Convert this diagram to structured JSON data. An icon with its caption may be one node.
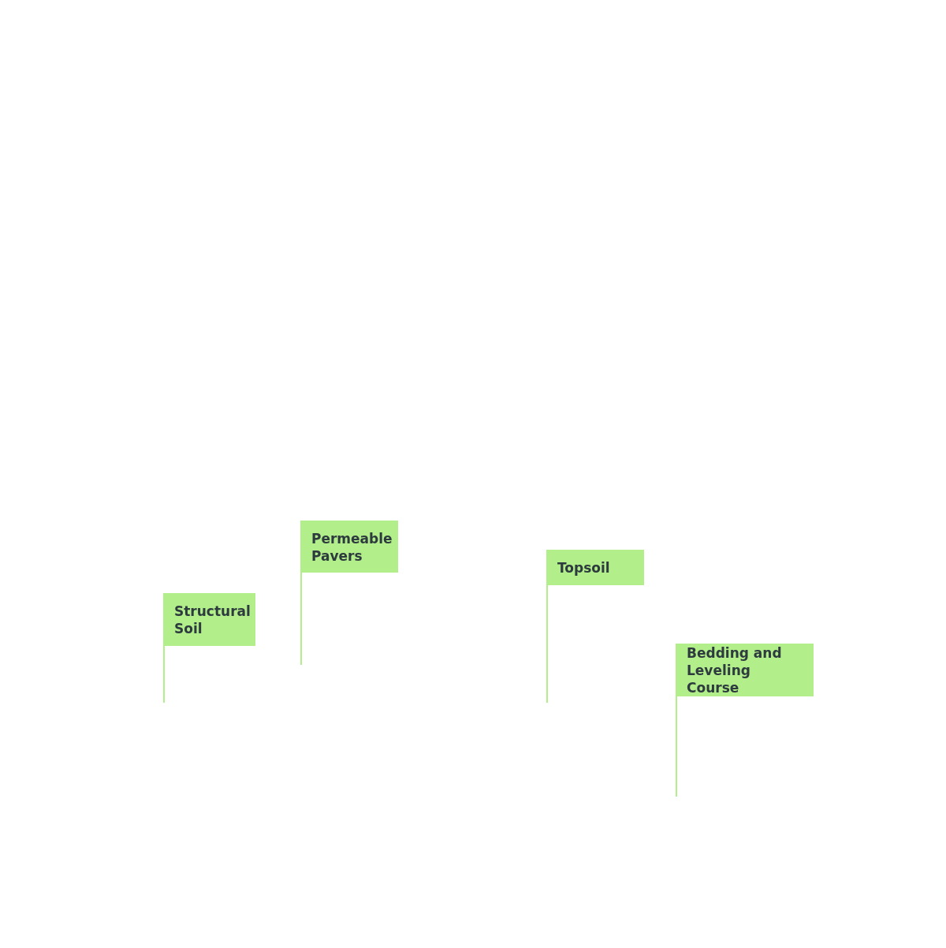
{
  "diagram": {
    "nodes": [
      {
        "text": [
          "Permeable Pavers"
        ]
      },
      {
        "text": [
          "Topsoil"
        ]
      },
      {
        "text": [
          "Structural Soil"
        ]
      },
      {
        "text": [
          "Bedding and Leveling Course"
        ]
      }
    ],
    "edges": [
      {
        "from": 0,
        "to": null,
        "arrow": "none"
      },
      {
        "from": 1,
        "to": null,
        "arrow": "none"
      },
      {
        "from": 2,
        "to": null,
        "arrow": "none"
      },
      {
        "from": 3,
        "to": null,
        "arrow": "none"
      }
    ]
  }
}
